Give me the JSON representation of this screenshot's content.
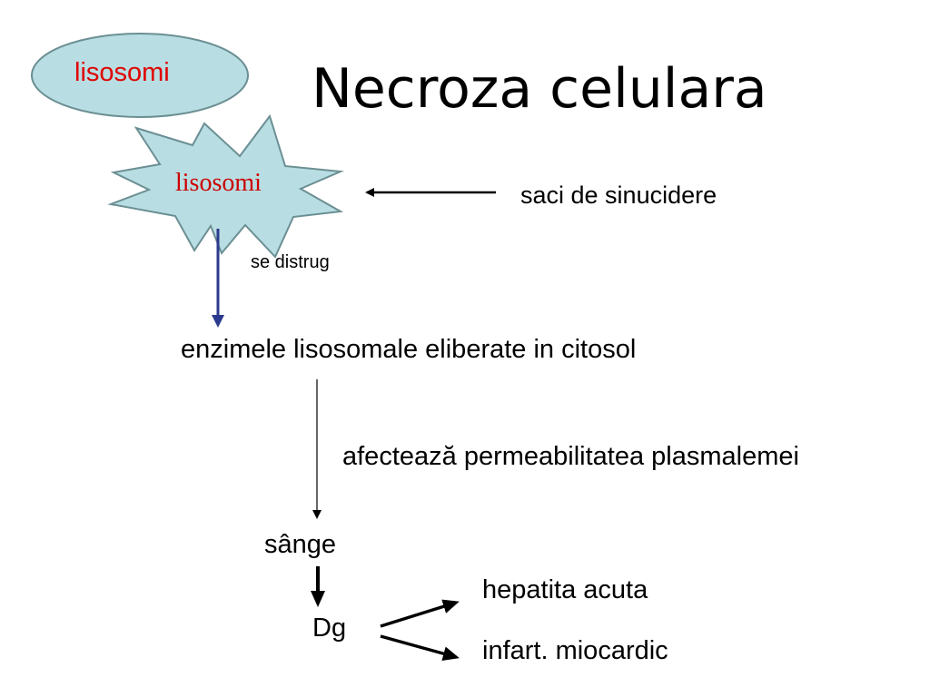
{
  "diagram": {
    "title": "Necroza celulara",
    "ellipse_label": "lisosomi",
    "star_label": "lisosomi",
    "suicide_label": "saci de sinucidere",
    "destroy_label": "se distrug",
    "enzymes_label": "enzimele lisosomale eliberate in citosol",
    "permeability_label": "afectează permeabilitatea plasmalemei",
    "blood_label": "sânge",
    "diagnosis_label": "Dg",
    "outcome_1": "hepatita acuta",
    "outcome_2": "infart. miocardic"
  },
  "colors": {
    "shape_fill": "#b8dde2",
    "shape_stroke": "#6b8f93",
    "red_text": "#e00000",
    "blue_arrow": "#2b3a8f"
  }
}
